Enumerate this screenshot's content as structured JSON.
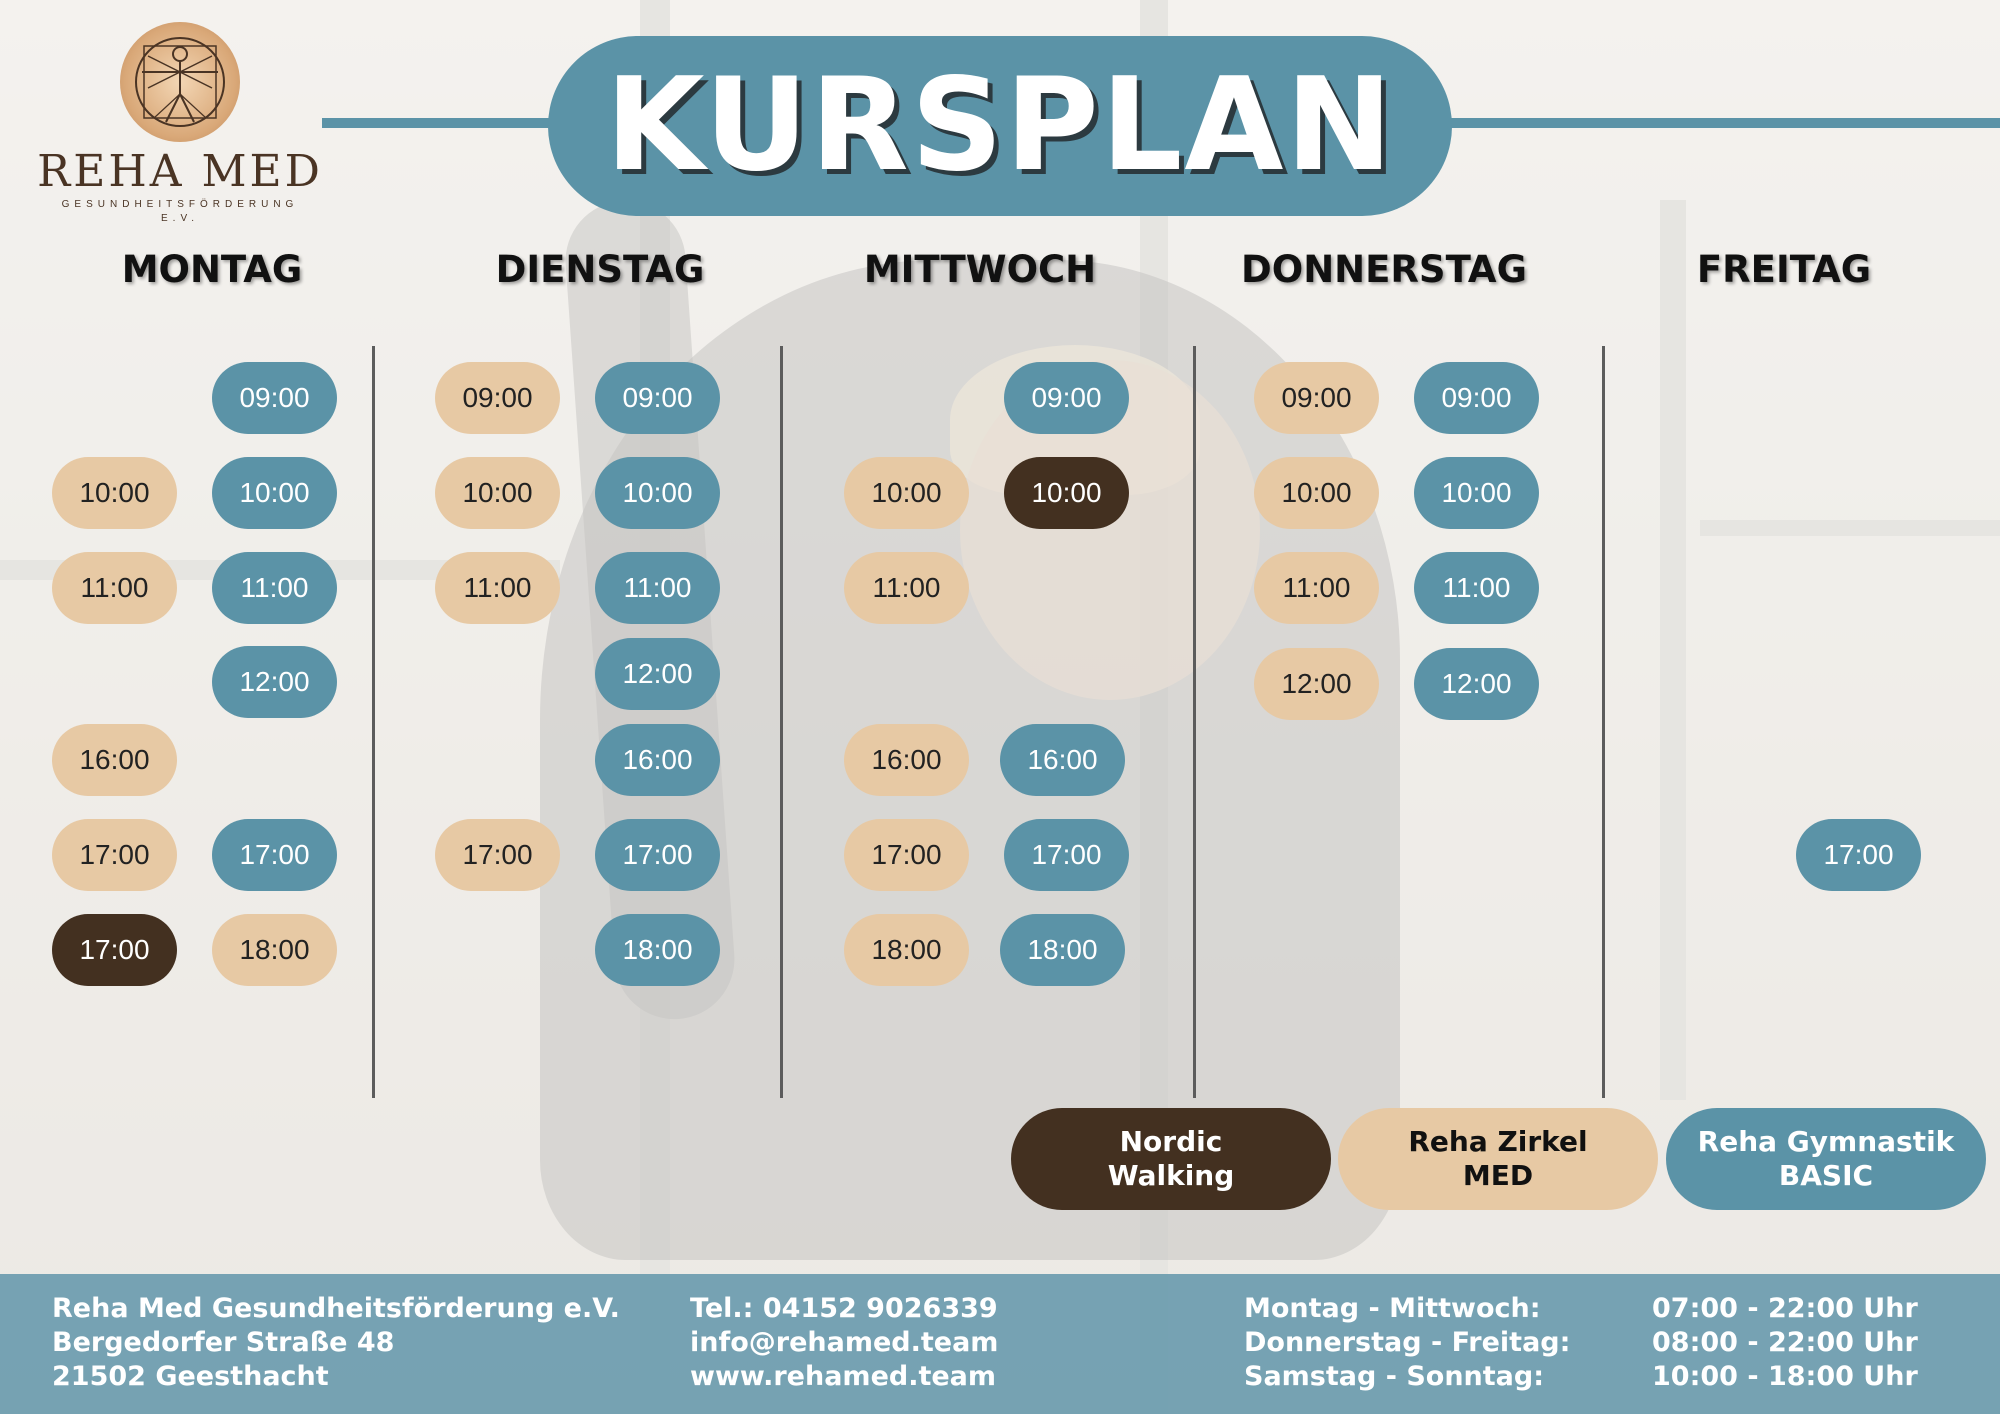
{
  "logo": {
    "name": "REHA MED",
    "subtitle_line1": "GESUNDHEITSFÖRDERUNG",
    "subtitle_line2": "E.V."
  },
  "title": "KURSPLAN",
  "days": [
    "MONTAG",
    "DIENSTAG",
    "MITTWOCH",
    "DONNERSTAG",
    "FREITAG"
  ],
  "schedule": {
    "montag": {
      "left": [
        "",
        "10:00",
        "11:00",
        "",
        "16:00",
        "17:00",
        "17:00"
      ],
      "right": [
        "09:00",
        "10:00",
        "11:00",
        "12:00",
        "",
        "17:00",
        "18:00"
      ]
    },
    "dienstag": {
      "left": [
        "09:00",
        "10:00",
        "11:00",
        "",
        "",
        "17:00",
        ""
      ],
      "right": [
        "09:00",
        "10:00",
        "11:00",
        "12:00",
        "16:00",
        "17:00",
        "18:00"
      ]
    },
    "mittwoch": {
      "left": [
        "",
        "10:00",
        "11:00",
        "",
        "16:00",
        "17:00",
        "18:00"
      ],
      "right": [
        "09:00",
        "10:00",
        "",
        "",
        "16:00",
        "17:00",
        "18:00"
      ]
    },
    "donnerstag": {
      "left": [
        "09:00",
        "10:00",
        "11:00",
        "12:00"
      ],
      "right": [
        "09:00",
        "10:00",
        "11:00",
        "12:00"
      ]
    },
    "freitag": {
      "right": [
        "17:00"
      ]
    }
  },
  "legend": [
    {
      "line1": "Nordic",
      "line2": "Walking",
      "color": "#433020"
    },
    {
      "line1": "Reha Zirkel",
      "line2": "MED",
      "color": "#e7c9a4"
    },
    {
      "line1": "Reha Gymnastik",
      "line2": "BASIC",
      "color": "#5b93a7"
    }
  ],
  "colors": {
    "blue": "#5b93a7",
    "beige": "#e7c9a4",
    "dark": "#433020"
  },
  "footer": {
    "address": [
      "Reha Med Gesundheitsförderung e.V.",
      "Bergedorfer Straße 48",
      "21502 Geesthacht"
    ],
    "contact": [
      "Tel.: 04152 9026339",
      "info@rehamed.team",
      "www.rehamed.team"
    ],
    "hours_days": [
      "Montag - Mittwoch:",
      "Donnerstag - Freitag:",
      "Samstag - Sonntag:"
    ],
    "hours_times": [
      "07:00 - 22:00 Uhr",
      "08:00 - 22:00 Uhr",
      "10:00 - 18:00 Uhr"
    ]
  }
}
